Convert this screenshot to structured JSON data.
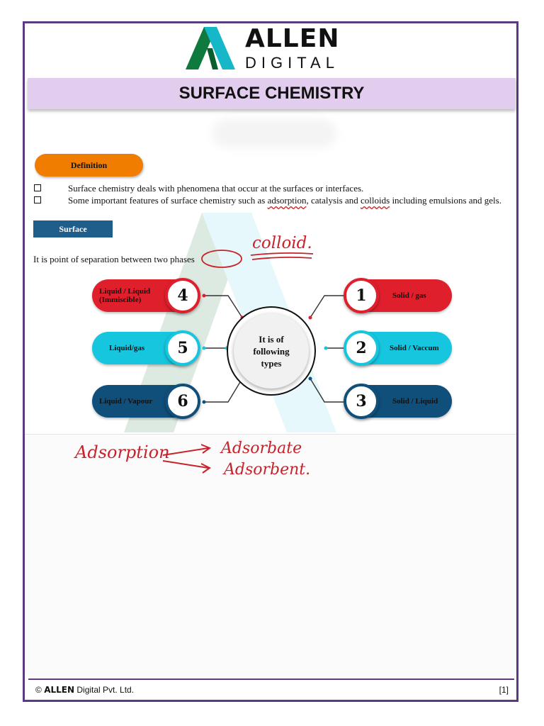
{
  "header": {
    "logo_word": "ALLEN",
    "logo_sub": "DIGITAL",
    "title": "SURFACE CHEMISTRY"
  },
  "definition": {
    "label": "Definition",
    "bullets": [
      {
        "text": "Surface chemistry deals with phenomena that occur at the surfaces or interfaces."
      },
      {
        "pre": "Some important features of surface chemistry such as ",
        "u1": "adsorption",
        "mid": ", catalysis and ",
        "u2": "colloids",
        "post": " including emulsions and gels."
      }
    ]
  },
  "surface": {
    "label": "Surface",
    "text": "It is point of separation between two phases"
  },
  "diagram": {
    "center": [
      "It is of",
      "following",
      "types"
    ],
    "items": [
      {
        "num": "1",
        "label": "Solid / gas"
      },
      {
        "num": "2",
        "label": "Solid / Vaccum"
      },
      {
        "num": "3",
        "label": "Solid / Liquid"
      },
      {
        "num": "4",
        "label": "Liquid / Liquid (Immiscible)"
      },
      {
        "num": "5",
        "label": "Liquid/gas"
      },
      {
        "num": "6",
        "label": "Liquid / Vapour"
      }
    ]
  },
  "handwriting": {
    "colloid": "colloid.",
    "adsorption": "Adsorption",
    "adsorbate": "Adsorbate",
    "adsorbent": "Adsorbent."
  },
  "footer": {
    "copyright": "©",
    "brand": "ALLEN",
    "company": "Digital Pvt. Ltd.",
    "page": "[1]"
  },
  "colors": {
    "frame": "#5a3a83",
    "title_band": "#e2cdee",
    "definition_pill": "#f07d00",
    "red": "#e01f2d",
    "cyan": "#16c6df",
    "navy": "#0f4f7a",
    "ink": "#c8222a"
  }
}
